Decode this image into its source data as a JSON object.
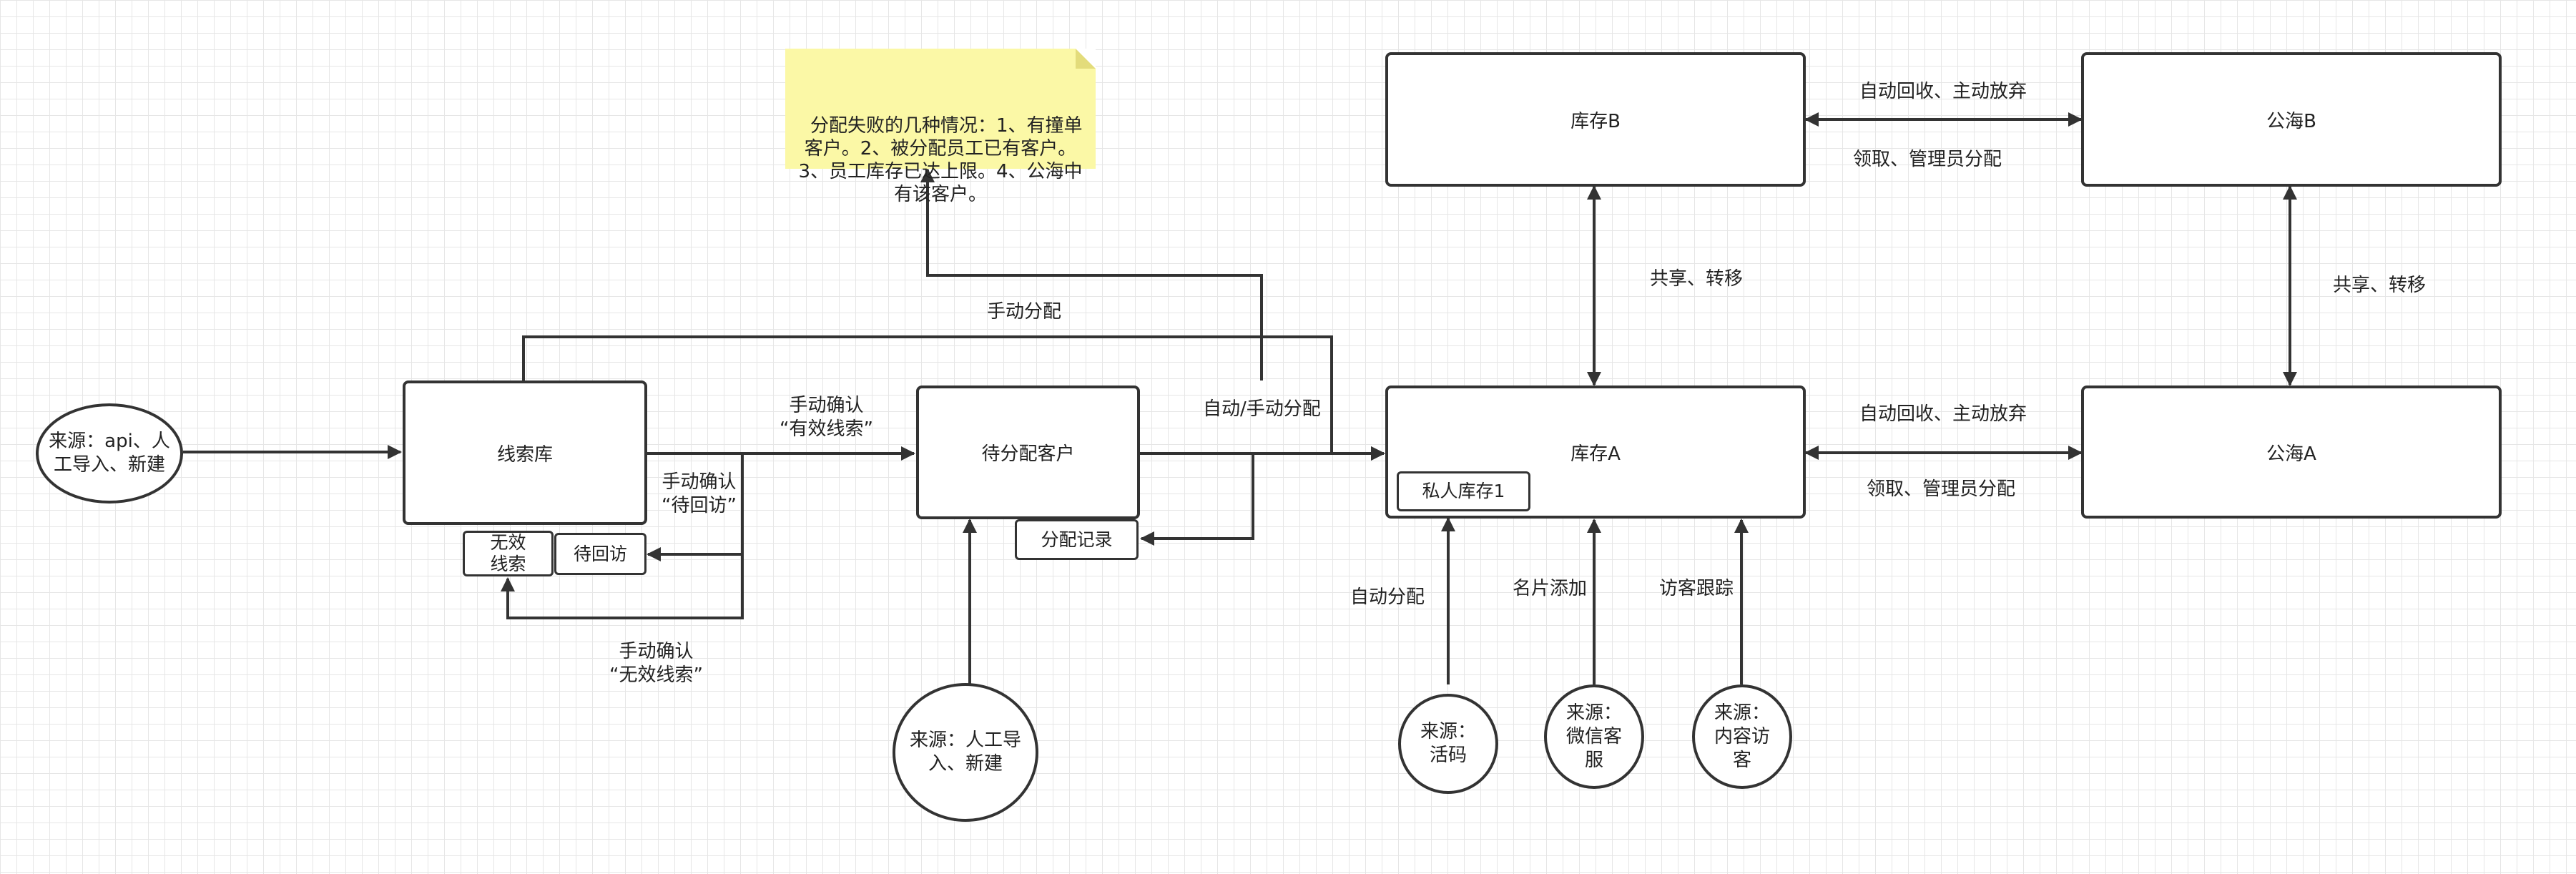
{
  "nodes": {
    "lead_pool": "线索库",
    "invalid_leads": "无效\n线索",
    "pending_revisit": "待回访",
    "pending_assign": "待分配客户",
    "assign_log": "分配记录",
    "stock_a": "库存A",
    "private_stock": "私人库存1",
    "stock_b": "库存B",
    "sea_a": "公海A",
    "sea_b": "公海B"
  },
  "sources": {
    "api": "来源：api、人\n工导入、新建",
    "manual": "来源：人工导\n入、新建",
    "live_code": "来源：\n活码",
    "wechat": "来源：\n微信客\n服",
    "visitor": "来源：\n内容访\n客"
  },
  "note": "分配失败的几种情况：1、有撞单\n客户。2、被分配员工已有客户。\n3、员工库存已达上限。4、公海中\n有该客户。",
  "edge_labels": {
    "manual_assign": "手动分配",
    "confirm_valid": "手动确认\n“有效线索”",
    "confirm_revisit": "手动确认\n“待回访”",
    "confirm_invalid": "手动确认\n“无效线索”",
    "auto_manual_assign": "自动/手动分配",
    "recycle_b": "自动回收、主动放弃",
    "claim_b": "领取、管理员分配",
    "recycle_a": "自动回收、主动放弃",
    "claim_a": "领取、管理员分配",
    "share_a_b": "共享、转移",
    "share_sea": "共享、转移",
    "auto_assign": "自动分配",
    "card_add": "名片添加",
    "visitor_track": "访客跟踪"
  }
}
